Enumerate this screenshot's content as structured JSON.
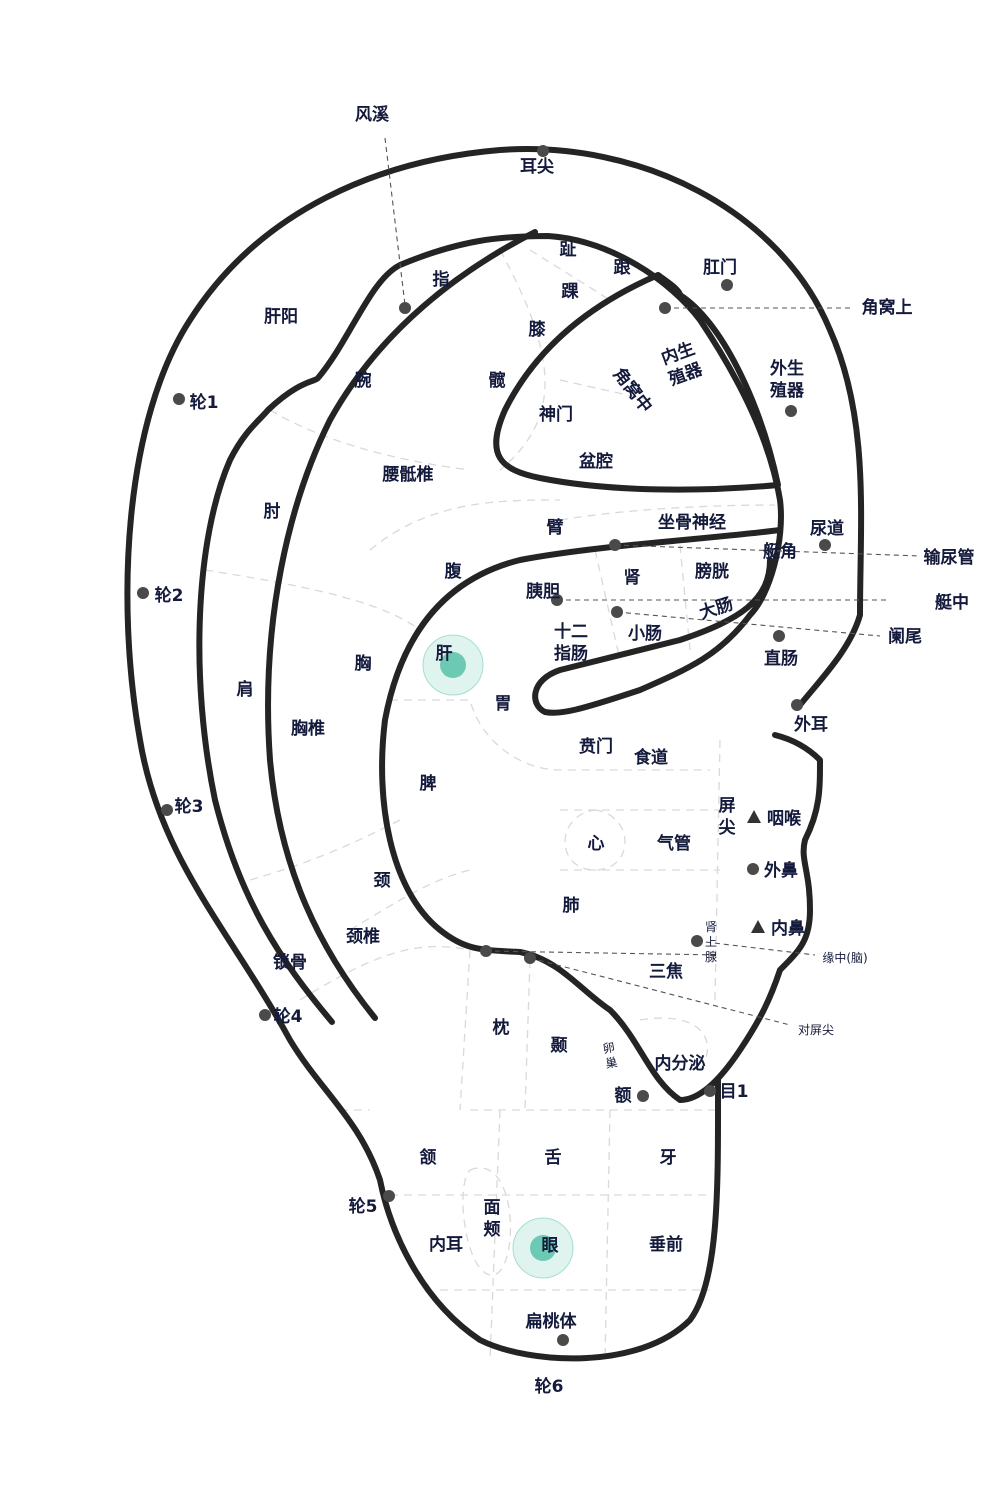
{
  "colors": {
    "outline": "#242424",
    "label": "#141a3c",
    "dot": "#4a4a4a",
    "highlight": "#5ec4ad"
  },
  "points": {
    "fengxi": "风溪",
    "erjian": "耳尖",
    "zhi_toe": "趾",
    "gen": "跟",
    "gangmen": "肛门",
    "jiaowoshang": "角窝上",
    "ganyang": "肝阳",
    "zhi_finger": "指",
    "huai": "踝",
    "xi": "膝",
    "neishengzhiqi": "内生\n殖器",
    "waishengzhiqi": "外生\n殖器",
    "lun1": "轮1",
    "wan": "腕",
    "kuan": "髋",
    "jiaowozhong": "角窝中",
    "shenmen": "神门",
    "penqiang": "盆腔",
    "yaodizhui": "腰骶椎",
    "zhou": "肘",
    "bi": "臂",
    "zuogushenjing": "坐骨神经",
    "niaodao": "尿道",
    "tingjiao": "艇角",
    "shuniaoguan": "输尿管",
    "fu": "腹",
    "yidan": "胰胆",
    "shen": "肾",
    "pangguang": "膀胱",
    "lun2": "轮2",
    "tingzhong": "艇中",
    "dachang": "大肠",
    "shierzhichang": "十二\n指肠",
    "xiaochang": "小肠",
    "lanwei": "阑尾",
    "jian": "肩",
    "xiong": "胸",
    "gan": "肝",
    "zhichang": "直肠",
    "wei": "胃",
    "xiongzhui": "胸椎",
    "waier": "外耳",
    "benmen": "贲门",
    "shidao": "食道",
    "pi": "脾",
    "lun3": "轮3",
    "pingjian": "屏\n尖",
    "yanhou": "咽喉",
    "xin": "心",
    "qiguan": "气管",
    "jing": "颈",
    "waibi": "外鼻",
    "fei": "肺",
    "neibi": "内鼻",
    "shenshangxian": "肾\n上\n腺",
    "jingzhui": "颈椎",
    "suogu": "锁骨",
    "yuanzhong": "缘中(脑)",
    "sanjiao": "三焦",
    "lun4": "轮4",
    "duipingjian": "对屏尖",
    "zhen": "枕",
    "nie": "颞",
    "luanchao": "卵\n巢",
    "neifenmi": "内分泌",
    "e": "额",
    "mu1": "目1",
    "han": "颔",
    "she": "舌",
    "ya": "牙",
    "lun5": "轮5",
    "mianjia": "面\n颊",
    "neier": "内耳",
    "yan": "眼",
    "chuiqian": "垂前",
    "biantaoti": "扁桃体",
    "lun6": "轮6"
  }
}
